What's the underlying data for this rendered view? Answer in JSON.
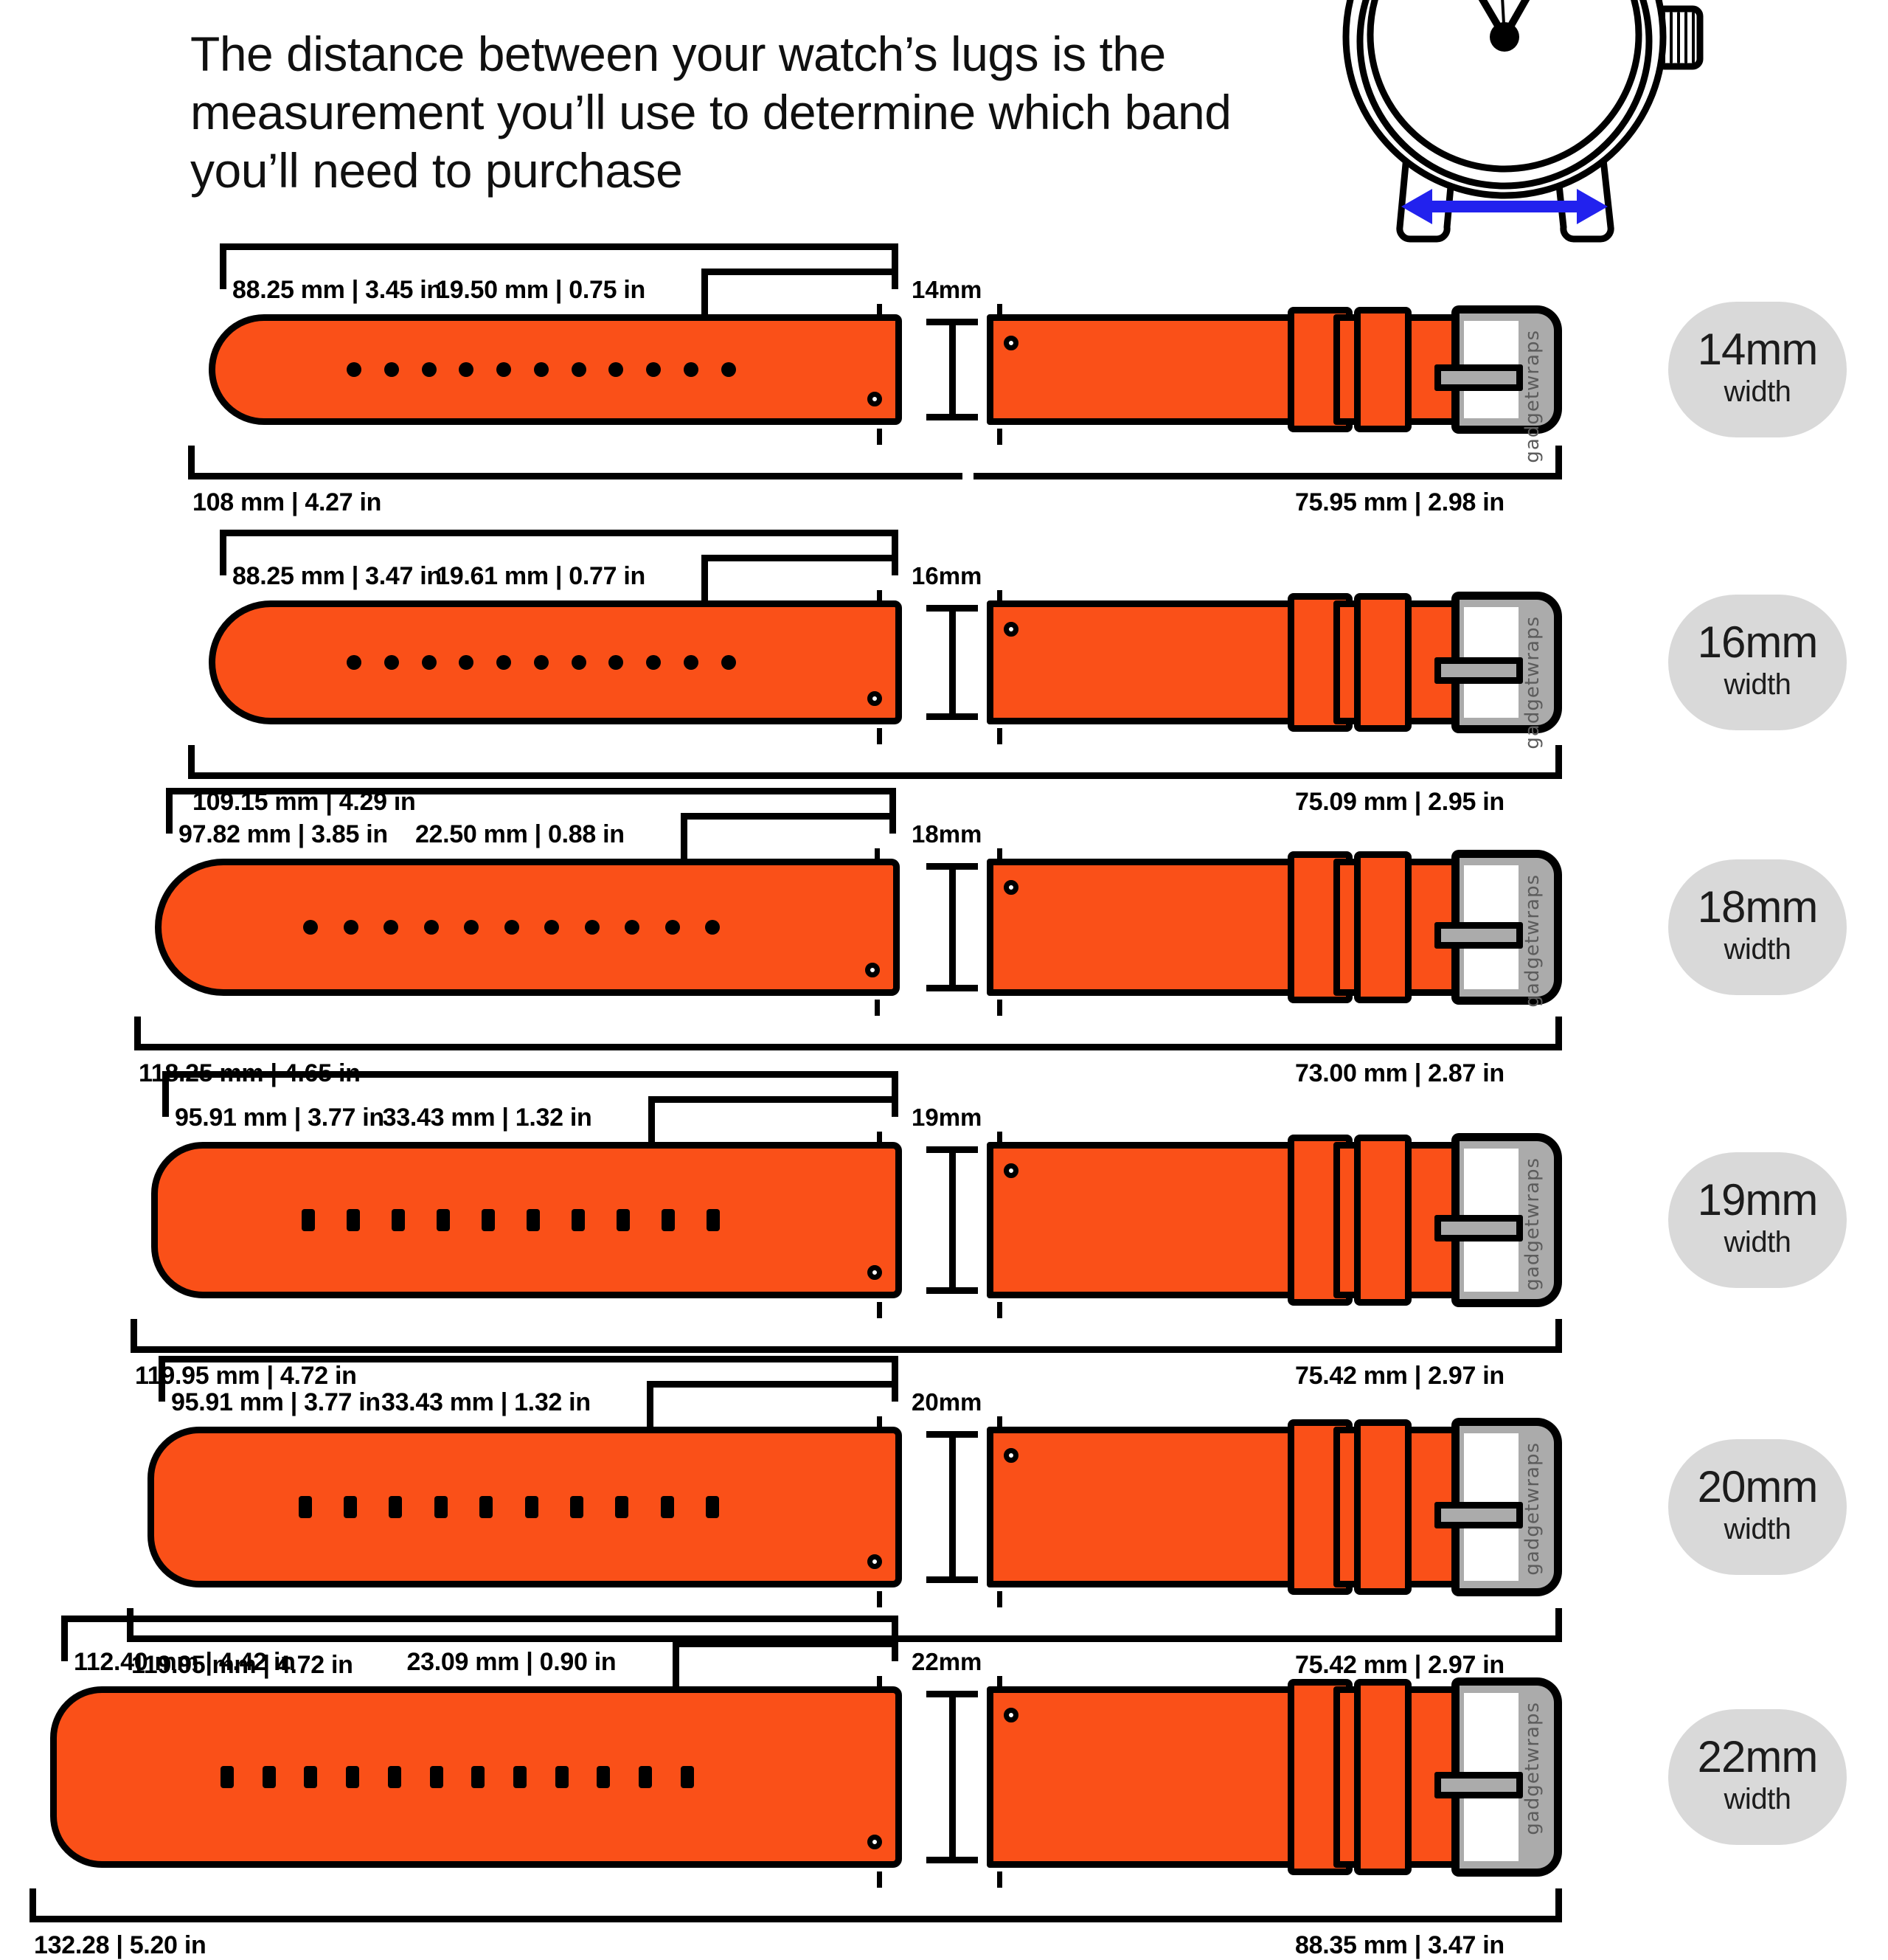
{
  "headline": "The distance between your watch’s lugs is the measurement you’ll use to determine which band you’ll need to purchase",
  "watch": {
    "lug_arrow_color": "#2222EE",
    "icon": "wristwatch-case-with-lugs"
  },
  "colors": {
    "band_orange": "#FA5018",
    "buckle_gray": "#ABABAB",
    "pill_gray": "#D9D9D9",
    "outline_black": "#000000",
    "arrow_blue": "#2222EE"
  },
  "brand": "gadgetwraps",
  "rows": [
    {
      "size_label": "14mm",
      "size_sub": "width",
      "width_tick": "14mm",
      "long_seg": "88.25 mm | 3.45 in",
      "short_seg": "19.50 mm | 0.75 in",
      "total_left": "108 mm | 4.27 in",
      "total_right": "75.95 mm | 2.98 in",
      "holes": 11,
      "hole_shape": "round"
    },
    {
      "size_label": "16mm",
      "size_sub": "width",
      "width_tick": "16mm",
      "long_seg": "88.25 mm | 3.47 in",
      "short_seg": "19.61 mm | 0.77 in",
      "total_left": "109.15 mm | 4.29 in",
      "total_right": "75.09 mm | 2.95 in",
      "holes": 11,
      "hole_shape": "round"
    },
    {
      "size_label": "18mm",
      "size_sub": "width",
      "width_tick": "18mm",
      "long_seg": "97.82 mm | 3.85 in",
      "short_seg": "22.50 mm | 0.88 in",
      "total_left": "118.25 mm | 4.65 in",
      "total_right": "73.00 mm | 2.87 in",
      "holes": 11,
      "hole_shape": "round"
    },
    {
      "size_label": "19mm",
      "size_sub": "width",
      "width_tick": "19mm",
      "long_seg": "95.91 mm | 3.77 in",
      "short_seg": "33.43 mm | 1.32 in",
      "total_left": "119.95 mm | 4.72 in",
      "total_right": "75.42 mm | 2.97 in",
      "holes": 10,
      "hole_shape": "square"
    },
    {
      "size_label": "20mm",
      "size_sub": "width",
      "width_tick": "20mm",
      "long_seg": "95.91 mm | 3.77 in",
      "short_seg": "33.43 mm | 1.32 in",
      "total_left": "119.95 mm | 4.72 in",
      "total_right": "75.42 mm | 2.97 in",
      "holes": 10,
      "hole_shape": "square"
    },
    {
      "size_label": "22mm",
      "size_sub": "width",
      "width_tick": "22mm",
      "long_seg": "112.40 mm | 4.42 in",
      "short_seg": "23.09 mm | 0.90 in",
      "total_left": "132.28 | 5.20 in",
      "total_right": "88.35 mm | 3.47 in",
      "holes": 12,
      "hole_shape": "square"
    }
  ]
}
